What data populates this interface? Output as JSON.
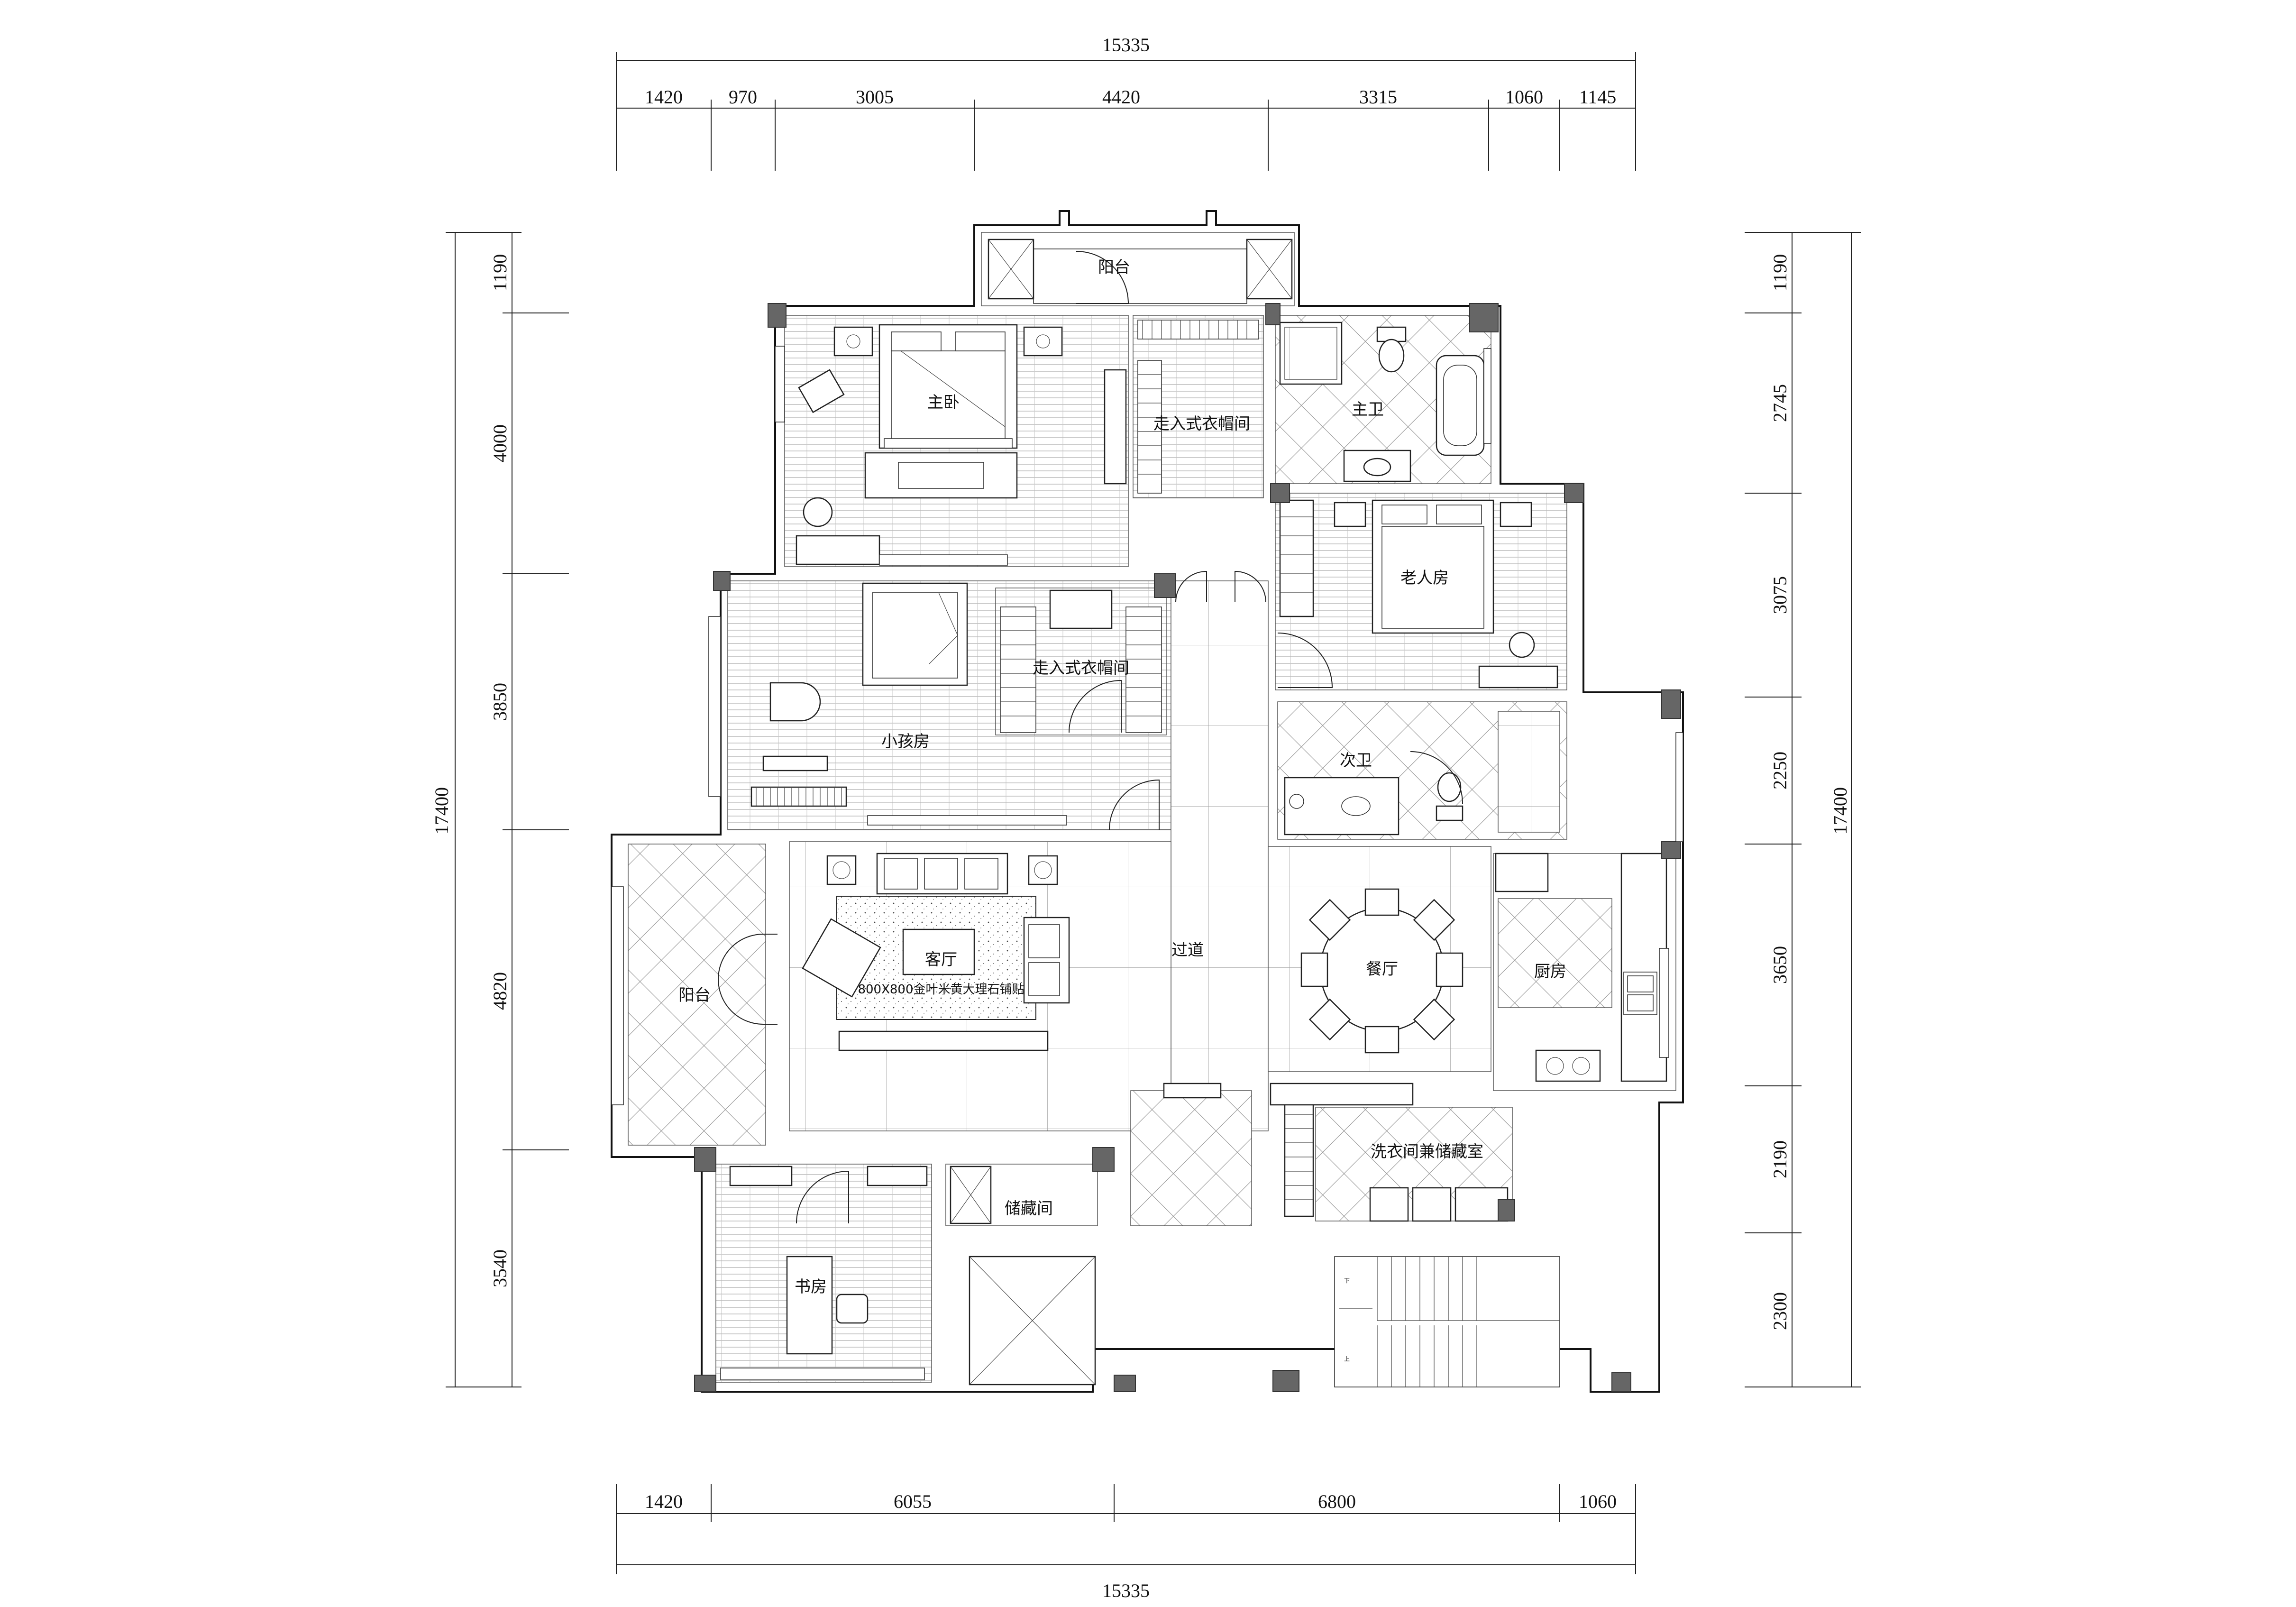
{
  "dimensions": {
    "top_total": "15335",
    "top_segments": [
      "1420",
      "970",
      "3005",
      "4420",
      "3315",
      "1060",
      "1145"
    ],
    "bottom_total": "15335",
    "bottom_segments": [
      "1420",
      "6055",
      "6800",
      "1060"
    ],
    "left_total": "17400",
    "left_segments": [
      "1190",
      "4000",
      "3850",
      "4820",
      "3540"
    ],
    "right_total": "17400",
    "right_segments": [
      "1190",
      "2745",
      "3075",
      "2250",
      "3650",
      "2190",
      "2300"
    ]
  },
  "rooms": {
    "balcony_top": "阳台",
    "master_bedroom": "主卧",
    "walk_in_closet_master": "走入式衣帽间",
    "master_bath": "主卫",
    "elder_room": "老人房",
    "kids_room": "小孩房",
    "walk_in_closet_kids": "走入式衣帽间",
    "second_bath": "次卫",
    "living_room": "客厅",
    "living_floor_note": "800X800金叶米黄大理石铺贴",
    "corridor": "过道",
    "dining_room": "餐厅",
    "kitchen": "厨房",
    "balcony_left": "阳台",
    "laundry_storage": "洗衣间兼储藏室",
    "storage_room": "储藏间",
    "study": "书房"
  },
  "stair_labels": {
    "up": "下",
    "down": "上"
  }
}
